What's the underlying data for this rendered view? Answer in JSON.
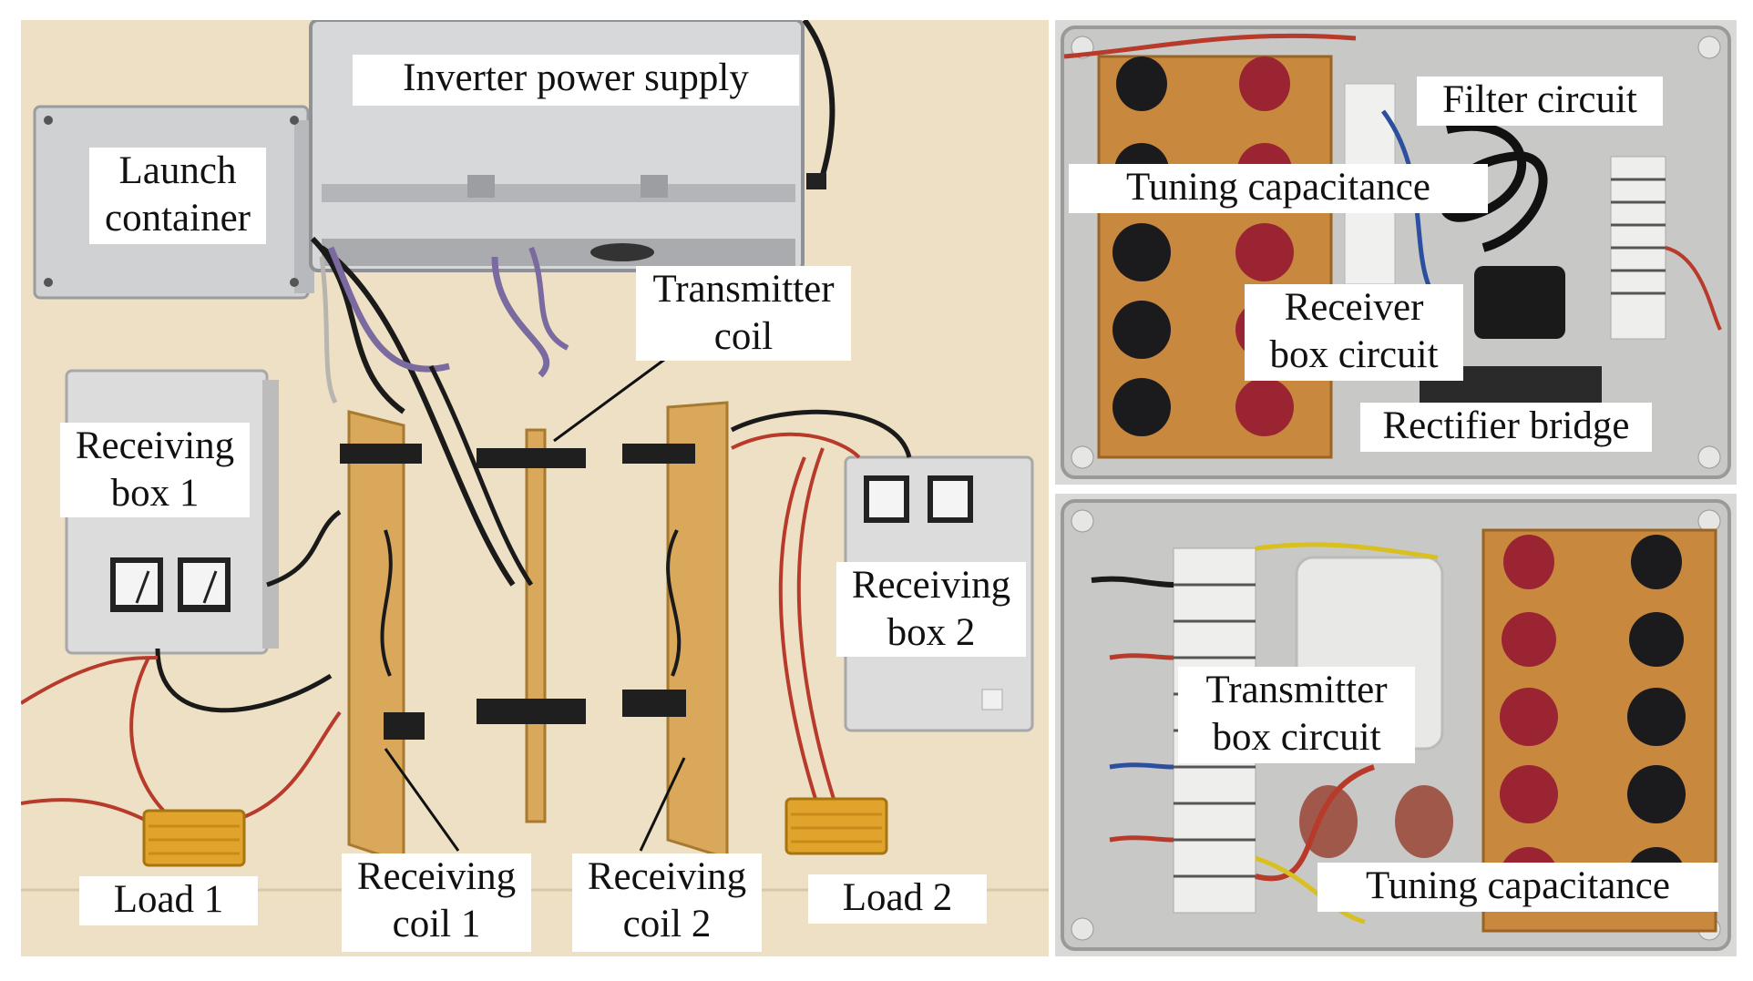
{
  "labels": {
    "inverter_power_supply": "Inverter power supply",
    "launch_container": "Launch\ncontainer",
    "transmitter_coil": "Transmitter\ncoil",
    "receiving_box_1": "Receiving\nbox 1",
    "receiving_box_2": "Receiving\nbox 2",
    "load_1": "Load 1",
    "load_2": "Load 2",
    "receiving_coil_1": "Receiving\ncoil 1",
    "receiving_coil_2": "Receiving\ncoil 2",
    "filter_circuit": "Filter circuit",
    "tuning_capacitance_top": "Tuning capacitance",
    "receiver_box_circuit": "Receiver\nbox circuit",
    "rectifier_bridge": "Rectifier bridge",
    "transmitter_box_circuit": "Transmitter\nbox circuit",
    "tuning_capacitance_bottom": "Tuning capacitance"
  },
  "colors": {
    "table": "#ede0c4",
    "aluminum": "#cfd1d3",
    "coil_board": "#d9a85a",
    "load_resistor": "#e0a42c",
    "capacitor_red": "#9a2432",
    "capacitor_black": "#1b1b1e",
    "box_interior": "#c8c8c6",
    "wire_red": "#b73a2a",
    "wire_black": "#1a1a1a"
  }
}
